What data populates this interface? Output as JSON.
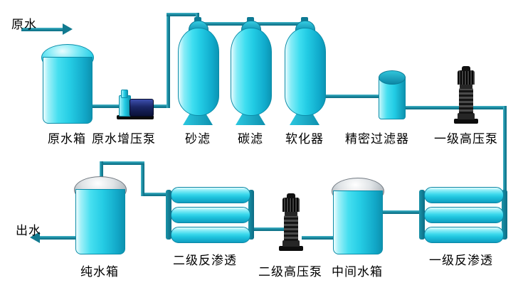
{
  "labels": {
    "inlet": "原水",
    "raw_tank": "原水箱",
    "booster_pump": "原水增压泵",
    "sand_filter": "砂滤",
    "carbon_filter": "碳滤",
    "softener": "软化器",
    "precision_filter": "精密过滤器",
    "hp_pump_1": "一级高压泵",
    "ro_1": "一级反渗透",
    "mid_tank": "中间水箱",
    "hp_pump_2": "二级高压泵",
    "ro_2": "二级反渗透",
    "pure_tank": "纯水箱",
    "outlet": "出水"
  },
  "colors": {
    "vessel": "#2BD2EA",
    "vessel_border": "#0B8CA8",
    "pipe": "#1B8BA1",
    "pump_dark": "#141414",
    "booster_motor_blue": "#1B2766",
    "tank_dome_gray": "#AEB6BC",
    "text": "#000000",
    "background": "#FFFFFF"
  },
  "flow_order": [
    "原水",
    "原水箱",
    "原水增压泵",
    "砂滤",
    "碳滤",
    "软化器",
    "精密过滤器",
    "一级高压泵",
    "一级反渗透",
    "中间水箱",
    "二级高压泵",
    "二级反渗透",
    "纯水箱",
    "出水"
  ]
}
